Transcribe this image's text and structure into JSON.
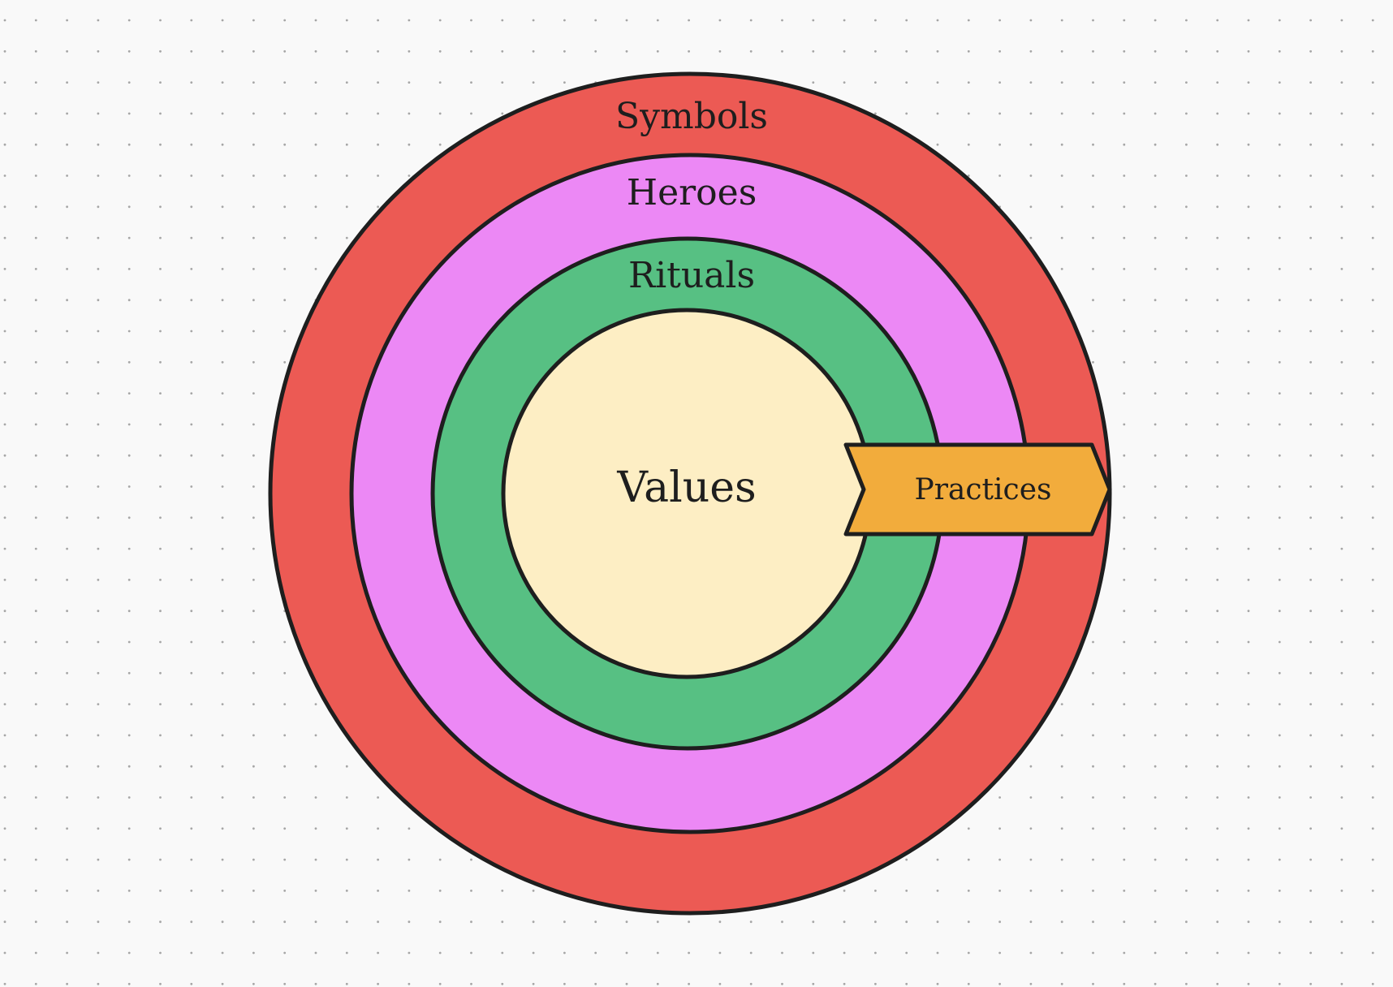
{
  "diagram": {
    "layers": [
      {
        "label": "Symbols",
        "color": "#ec5a54"
      },
      {
        "label": "Heroes",
        "color": "#ec88f5"
      },
      {
        "label": "Rituals",
        "color": "#57c083"
      },
      {
        "label": "Values",
        "color": "#fdeec4"
      }
    ],
    "arrow": {
      "label": "Practices",
      "color": "#f2ac3c"
    },
    "stroke_color": "#1e1e1e",
    "background_color": "#f9f9f9",
    "grid_dot_color": "#a6a6a6"
  }
}
